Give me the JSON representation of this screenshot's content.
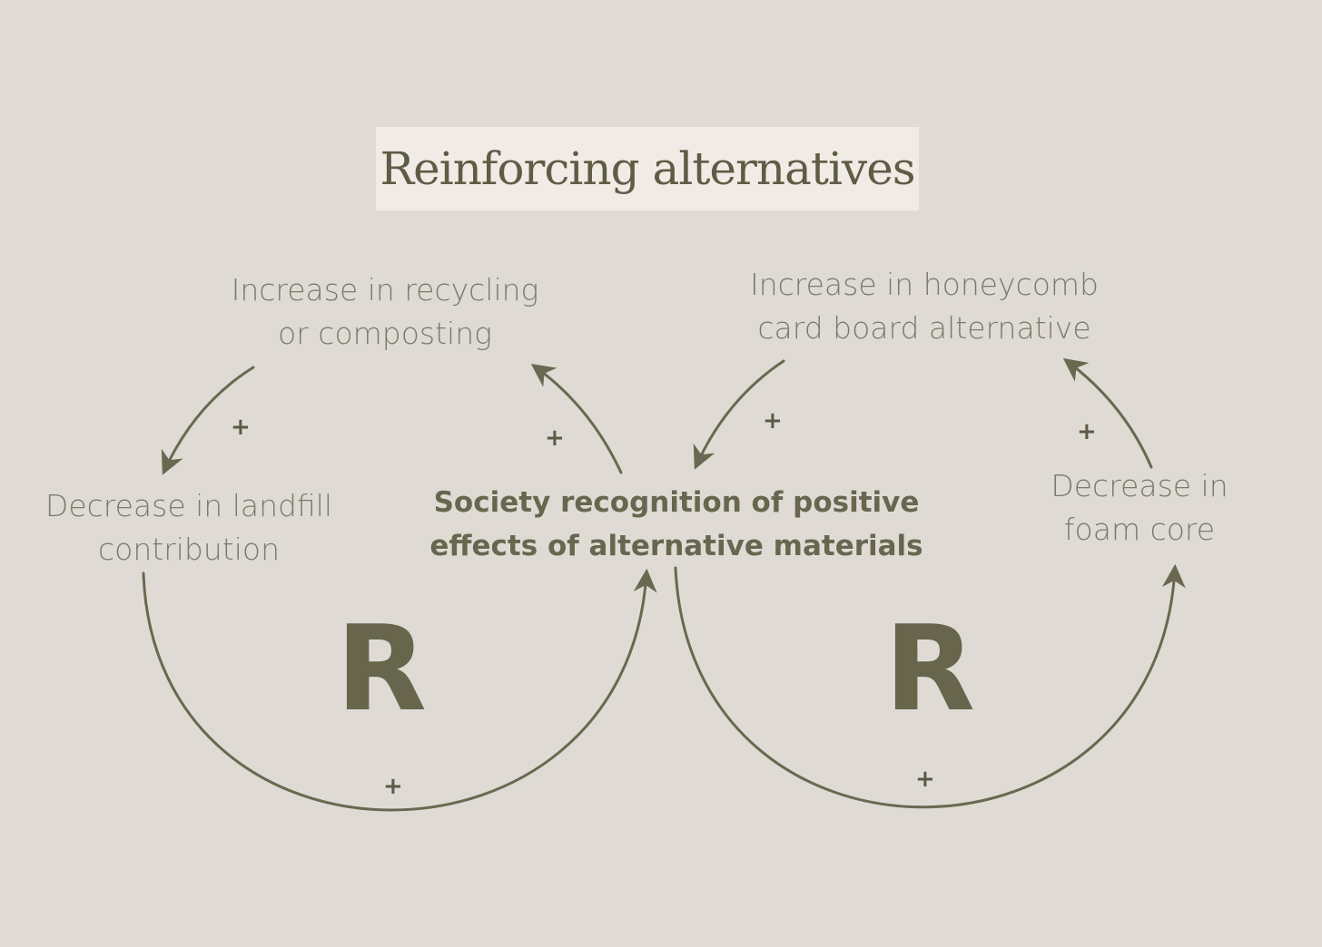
{
  "title": "Reinforcing alternatives",
  "nodes": {
    "recycling": {
      "line1": "Increase in recycling",
      "line2": "or composting"
    },
    "honeycomb": {
      "line1": "Increase in honeycomb",
      "line2": "card board alternative"
    },
    "landfill": {
      "line1": "Decrease in landfill",
      "line2": "contribution"
    },
    "society": {
      "line1": "Society recognition of positive",
      "line2": "effects of alternative materials"
    },
    "foam": {
      "line1": "Decrease in",
      "line2": "foam core"
    }
  },
  "loops": {
    "left": "R",
    "right": "R"
  },
  "polarity": "+",
  "colors": {
    "background": "#dfdbd4",
    "title_box": "#f0ebe5",
    "stroke": "#6a6850",
    "text": "#7c7a6b"
  }
}
